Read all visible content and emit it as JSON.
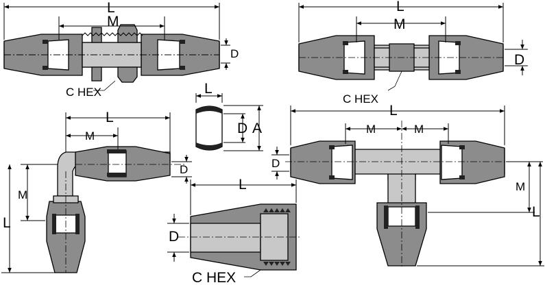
{
  "labels": {
    "L": "L",
    "M": "M",
    "D": "D",
    "A": "A",
    "chex": "C HEX"
  },
  "views": {
    "bulkhead_union": "bulkhead-union",
    "union": "straight-union",
    "elbow": "union-elbow",
    "ferrule": "ferrule",
    "tee": "union-tee",
    "female_connector": "female-connector"
  },
  "colors": {
    "body": "#c8c8c8",
    "nut": "#8c8c8c",
    "thread": "#222222",
    "background": "#ffffff"
  }
}
